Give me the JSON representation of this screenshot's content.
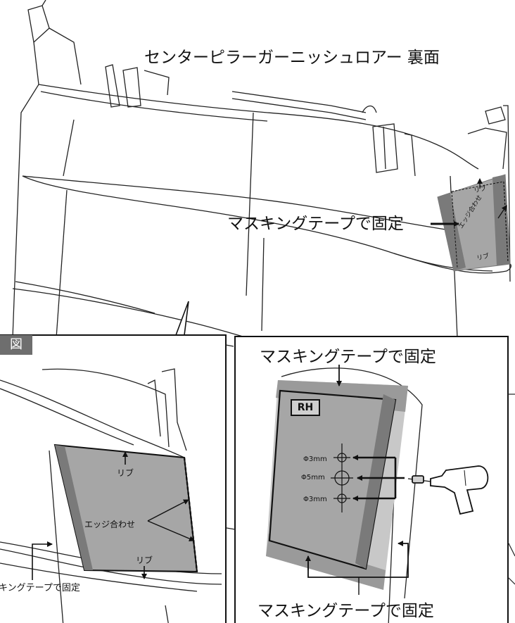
{
  "labels": {
    "main_title": "センターピラーガーニッシュロアー 裏面",
    "top_mask": "マスキングテープで固定",
    "rib_top_a": "リブ",
    "edge_top": "エッジ合わせ",
    "rib_top_b": "リブ",
    "detail_tag": "図",
    "rib_left_1": "リブ",
    "edge_left": "エッジ合わせ",
    "rib_left_2": "リブ",
    "left_mask": "キングテープで固定",
    "right_mask_top": "マスキングテープで固定",
    "rh_tag": "RH",
    "dia_1": "Φ3mm",
    "dia_2": "Φ5mm",
    "dia_3": "Φ3mm",
    "right_mask_bottom": "マスキングテープで固定"
  },
  "colors": {
    "line": "#111111",
    "panel_gray": "#a6a6a6",
    "tape_light": "#c8c8c8",
    "tape_dark": "#7a7a7a",
    "tag_bg": "#6e6e6e"
  }
}
